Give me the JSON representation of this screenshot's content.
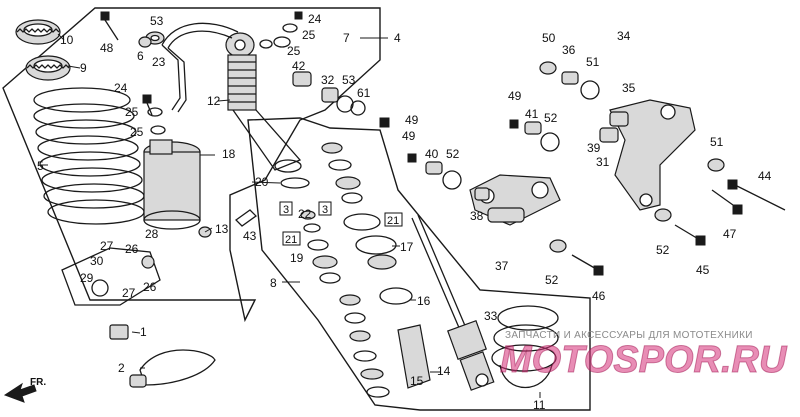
{
  "callouts": {
    "c1": "1",
    "c2": "2",
    "c3a": "3",
    "c3b": "3",
    "c4": "4",
    "c5": "5",
    "c6": "6",
    "c7": "7",
    "c8": "8",
    "c9": "9",
    "c10": "10",
    "c11": "11",
    "c12": "12",
    "c13": "13",
    "c14": "14",
    "c15": "15",
    "c16": "16",
    "c17": "17",
    "c18": "18",
    "c19": "19",
    "c20": "20",
    "c21a": "21",
    "c21b": "21",
    "c22": "22",
    "c23": "23",
    "c24a": "24",
    "c24b": "24",
    "c25a": "25",
    "c25b": "25",
    "c25c": "25",
    "c25d": "25",
    "c26a": "26",
    "c26b": "26",
    "c27a": "27",
    "c27b": "27",
    "c28": "28",
    "c29": "29",
    "c30": "30",
    "c31": "31",
    "c32": "32",
    "c33": "33",
    "c34": "34",
    "c35": "35",
    "c36": "36",
    "c37": "37",
    "c38": "38",
    "c39": "39",
    "c40": "40",
    "c41": "41",
    "c42": "42",
    "c43": "43",
    "c44": "44",
    "c45": "45",
    "c46": "46",
    "c47": "47",
    "c48": "48",
    "c49a": "49",
    "c49b": "49",
    "c49c": "49",
    "c50": "50",
    "c51a": "51",
    "c51b": "51",
    "c52a": "52",
    "c52b": "52",
    "c52c": "52",
    "c52d": "52",
    "c53a": "53",
    "c53b": "53",
    "c61": "61"
  },
  "front_marker": "FR.",
  "watermark": {
    "caption": "ЗАПЧАСТИ И АКСЕССУАРЫ ДЛЯ МОТОТЕХНИКИ",
    "logo": "MOTOSPOR.RU"
  }
}
